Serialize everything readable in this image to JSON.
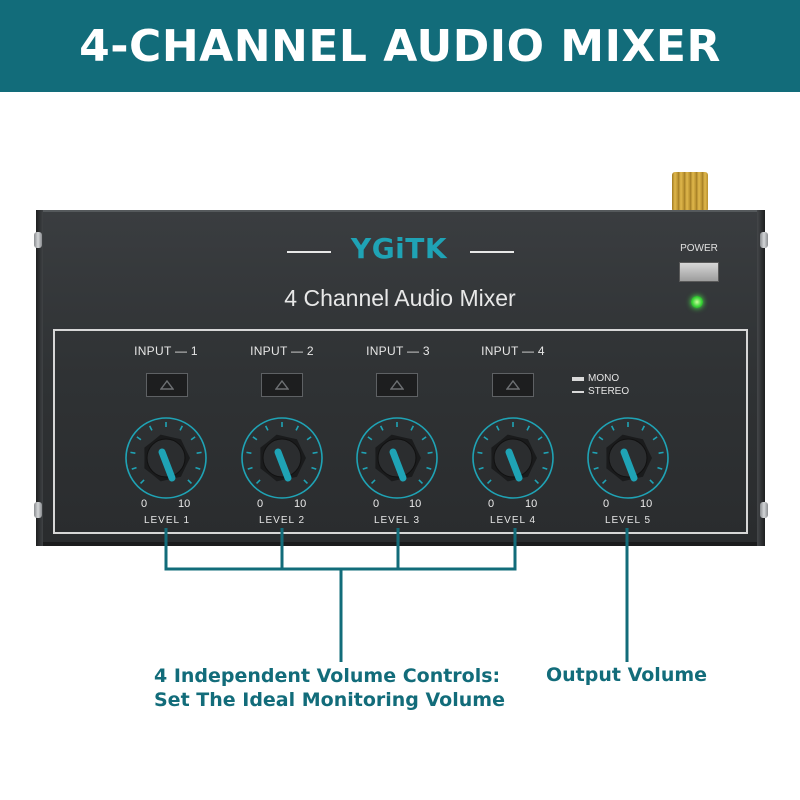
{
  "header": {
    "title": "4-CHANNEL AUDIO MIXER",
    "color": "#126c7a"
  },
  "device": {
    "brand": "YGiTK",
    "title": "4 Channel Audio Mixer",
    "power_label": "POWER",
    "inputs": [
      {
        "label": "INPUT — 1"
      },
      {
        "label": "INPUT — 2"
      },
      {
        "label": "INPUT — 3"
      },
      {
        "label": "INPUT — 4"
      }
    ],
    "mode": {
      "mono": "MONO",
      "stereo": "STEREO"
    },
    "knobs": [
      {
        "min": "0",
        "max": "10",
        "level": "LEVEL  1"
      },
      {
        "min": "0",
        "max": "10",
        "level": "LEVEL  2"
      },
      {
        "min": "0",
        "max": "10",
        "level": "LEVEL  3"
      },
      {
        "min": "0",
        "max": "10",
        "level": "LEVEL  4"
      },
      {
        "min": "0",
        "max": "10",
        "level": "LEVEL  5"
      }
    ],
    "accent_color": "#1fa3b5"
  },
  "callouts": {
    "left_line1": "4 Independent Volume Controls:",
    "left_line2": "Set The Ideal Monitoring Volume",
    "right": "Output Volume"
  }
}
